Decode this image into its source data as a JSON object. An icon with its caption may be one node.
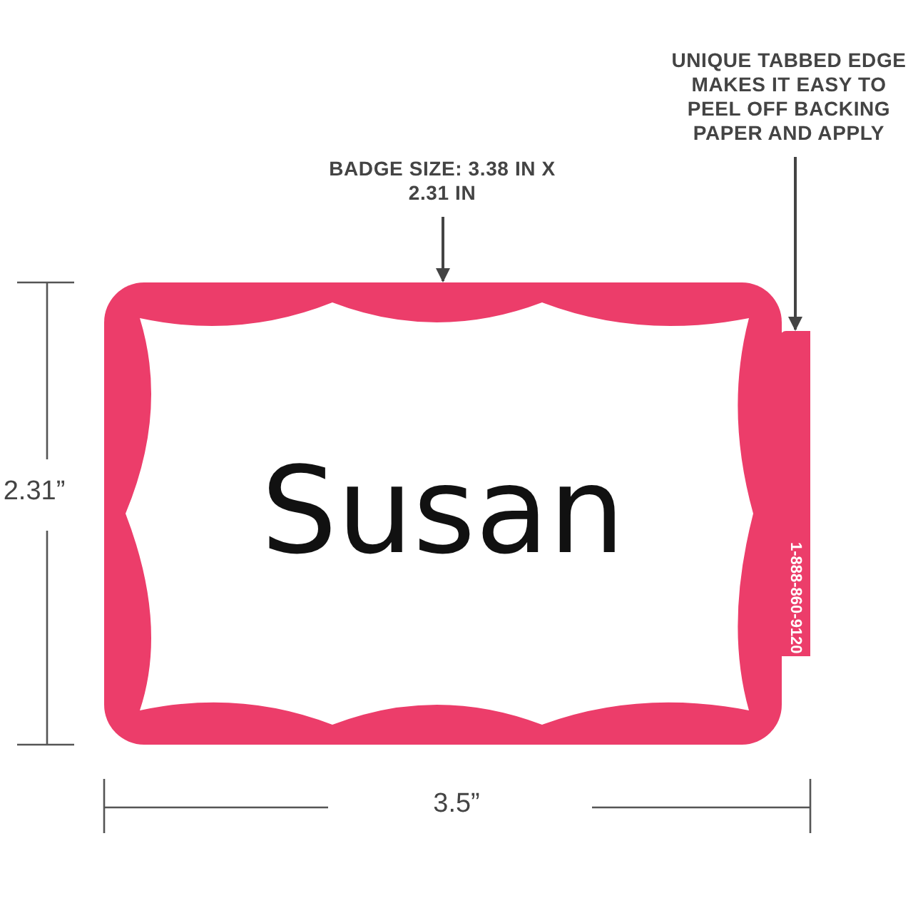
{
  "diagram": {
    "nodes": [
      {
        "text": [
          "BADGE SIZE: 3.38 IN X 2.31 IN"
        ]
      },
      {
        "text": [
          "UNIQUE TABBED EDGE MAKES IT EASY TO PEEL OFF BACKING PAPER AND APPLY"
        ]
      },
      {
        "text": [
          "Susan"
        ]
      },
      {
        "text": [
          "1-888-860-9120"
        ]
      }
    ],
    "edges": [
      {
        "from": 0,
        "to": 2,
        "arrow": "to"
      },
      {
        "from": 1,
        "to": 3,
        "arrow": "to"
      }
    ],
    "labels": [
      "2.31”",
      "3.5”"
    ]
  }
}
